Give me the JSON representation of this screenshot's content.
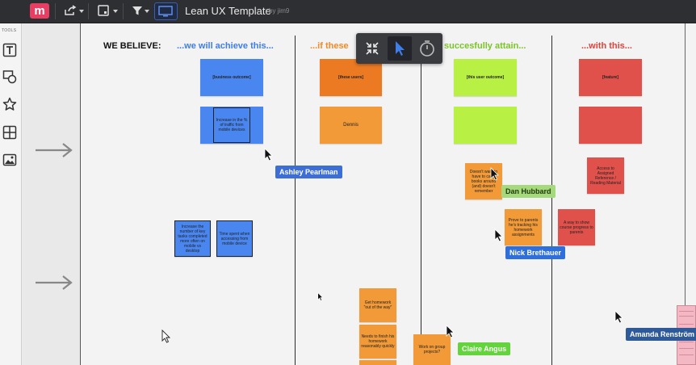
{
  "app": {
    "logo_letter": "m",
    "title": "Lean UX Template",
    "byline": "by jim9"
  },
  "tools": {
    "label": "TOOLS",
    "items": [
      "text-tool",
      "shape-tool",
      "star-tool",
      "template-tool",
      "image-tool"
    ]
  },
  "floating_toolbar": [
    "collapse-icon",
    "pointer-icon",
    "timer-icon"
  ],
  "headers": {
    "believe": "WE BELIEVE:",
    "achieve": "...we will achieve this...",
    "if_these": "...if these",
    "attain": "succesfully attain...",
    "with_this": "...with this..."
  },
  "notes": {
    "business_outcome": "[business outcome]",
    "these_users": "[these users]",
    "user_outcome": "[this user outcome]",
    "feature": "[feature]",
    "traffic": "Increase in the % of traffic from mobile devices",
    "dennis": "Dennis",
    "increase_tasks": "Increase the number of key tasks completed more often on mobile vs desktop",
    "time_spent": "Time spent when accessing from mobile device",
    "doesnt_want": "Doesn't want to have to carry books around (and) doesn't remember",
    "access_ref": "Access to Assigned Reference / Reading Material",
    "prove_parents": "Prove to parents he's tracking his homework assignments",
    "show_progress": "A way to show course progress to parents",
    "get_homework": "Get homework \"out of the way\"",
    "needs_finish": "Needs to finish his homework reasonably quickly",
    "group_projects": "Work on group projects?"
  },
  "collaborators": [
    {
      "name": "Ashley Pearlman",
      "color": "#3d6ed6"
    },
    {
      "name": "Dan Hubbard",
      "color": "#a6d97c"
    },
    {
      "name": "Nick Brethauer",
      "color": "#2f6fdc"
    },
    {
      "name": "Claire Angus",
      "color": "#63d43c"
    },
    {
      "name": "Amanda Renström",
      "color": "#2f5a9a"
    }
  ],
  "colors": {
    "blue": "#4a86f0",
    "orange": "#f29a38",
    "orange_dark": "#ec7a22",
    "green": "#b8f044",
    "red": "#e0514b",
    "accent": "#e83e64"
  }
}
